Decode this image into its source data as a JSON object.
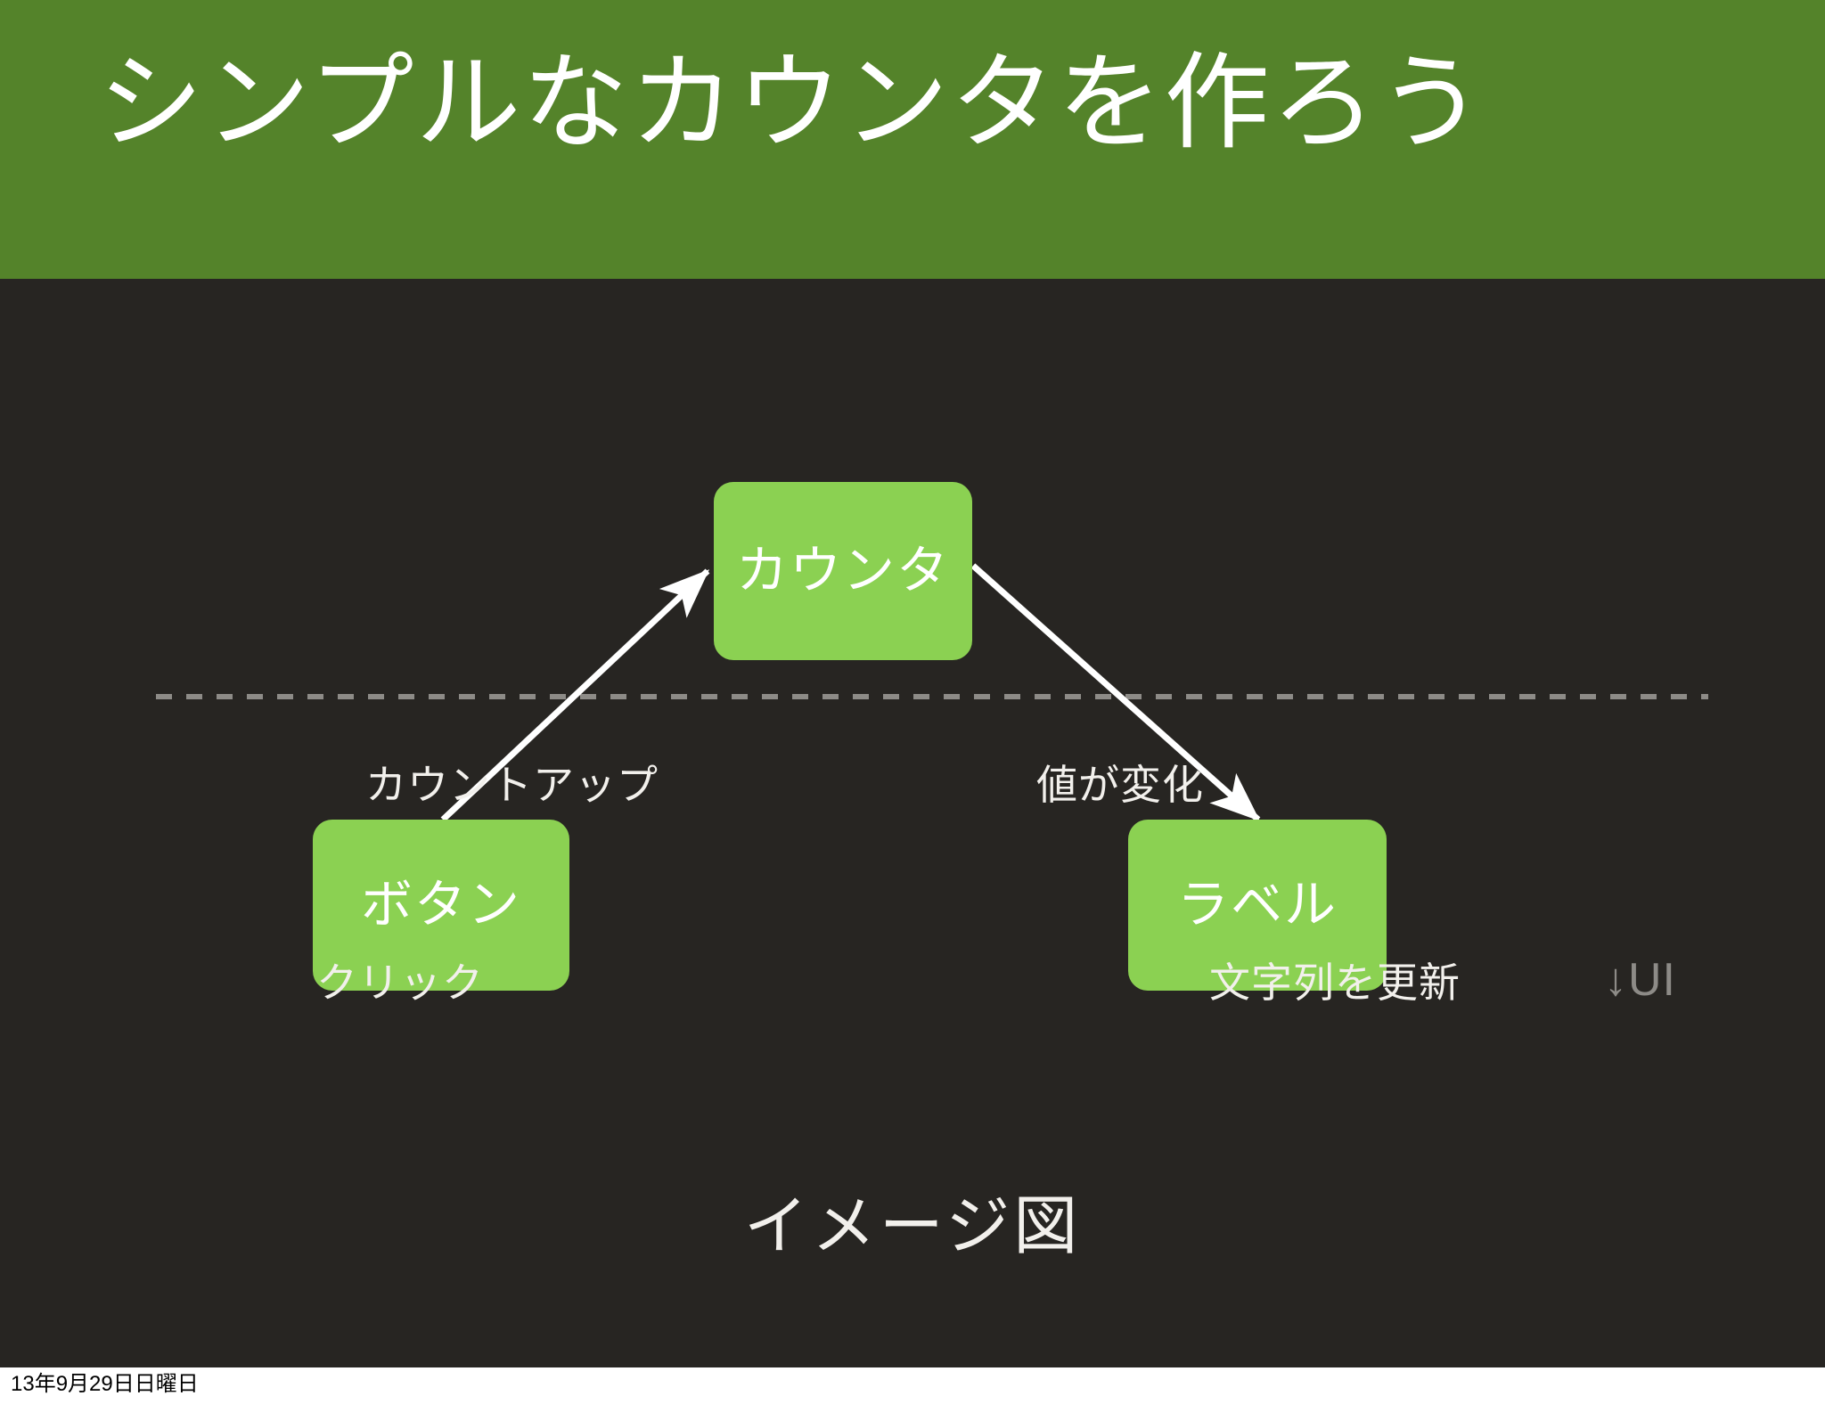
{
  "slide": {
    "title": "シンプルなカウンタを作ろう",
    "caption": "イメージ図",
    "footer_date": "13年9月29日日曜日"
  },
  "colors": {
    "banner_green": "#54832A",
    "node_green": "#8BD152",
    "body_dark": "#272522",
    "text_white": "#F2F0EC",
    "divider_gray": "#8D8B87"
  },
  "diagram": {
    "nodes": [
      {
        "id": "counter",
        "label": "カウンタ"
      },
      {
        "id": "button",
        "label": "ボタン"
      },
      {
        "id": "label",
        "label": "ラベル"
      }
    ],
    "edge_labels": {
      "count_up": "カウントアップ",
      "value_changed": "値が変化",
      "click": "クリック",
      "update_string": "文字列を更新"
    },
    "ui_annotation": "↓UI"
  }
}
